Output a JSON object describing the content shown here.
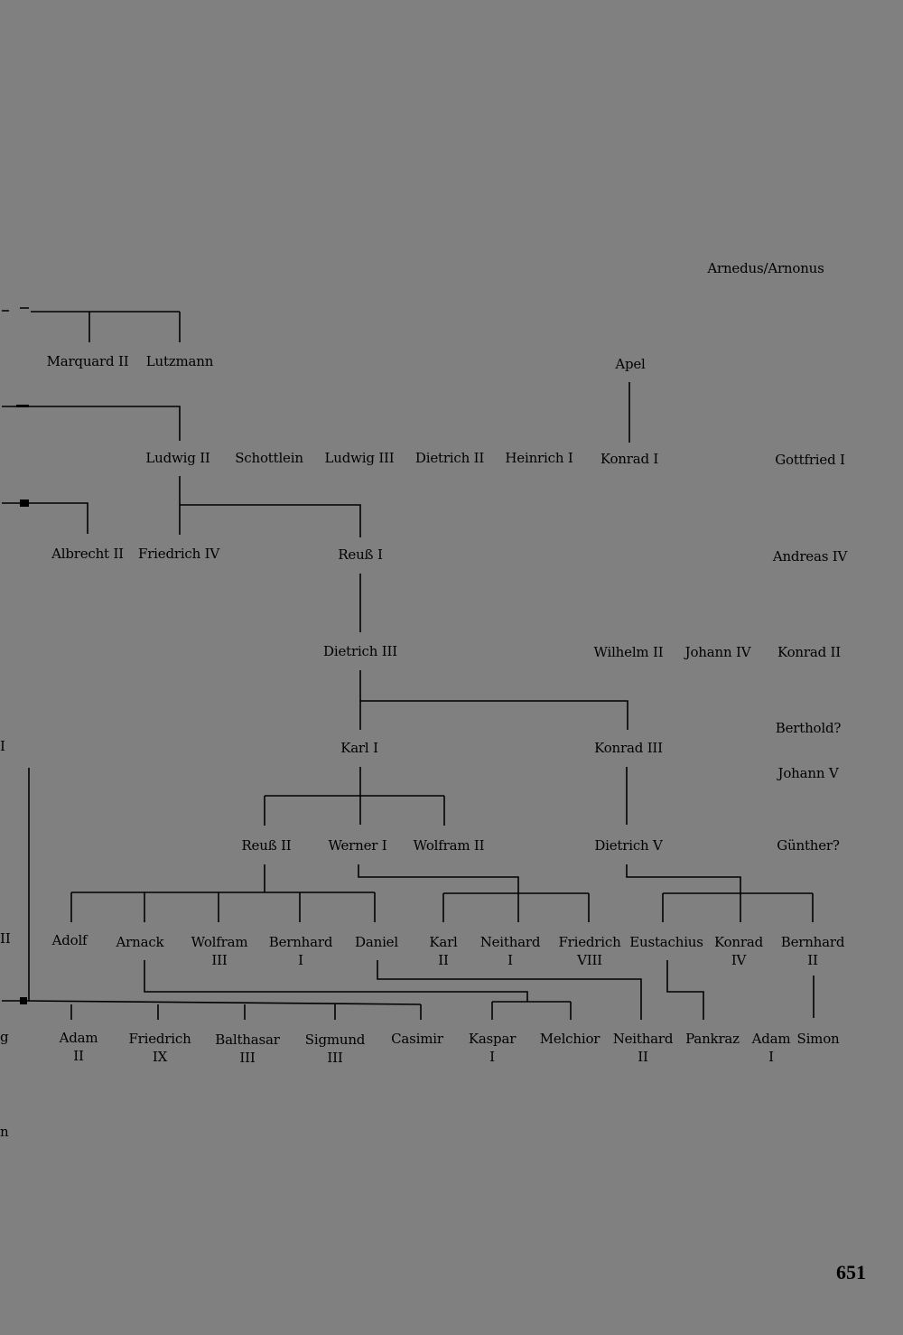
{
  "page_number": "651",
  "edge_fragments": [
    "I",
    "II",
    "g",
    "n"
  ],
  "names": [
    [
      "Arnedus/Arnonus",
      ""
    ],
    [
      "Marquard II",
      ""
    ],
    [
      "Lutzmann",
      ""
    ],
    [
      "Apel",
      ""
    ],
    [
      "Ludwig II",
      ""
    ],
    [
      "Schottlein",
      ""
    ],
    [
      "Ludwig III",
      ""
    ],
    [
      "Dietrich II",
      ""
    ],
    [
      "Heinrich I",
      ""
    ],
    [
      "Konrad I",
      ""
    ],
    [
      "Gottfried I",
      ""
    ],
    [
      "Albrecht II",
      ""
    ],
    [
      "Friedrich IV",
      ""
    ],
    [
      "Reuß I",
      ""
    ],
    [
      "Andreas IV",
      ""
    ],
    [
      "Dietrich III",
      ""
    ],
    [
      "Wilhelm II",
      ""
    ],
    [
      "Johann IV",
      ""
    ],
    [
      "Konrad II",
      ""
    ],
    [
      "Berthold?",
      ""
    ],
    [
      "Karl I",
      ""
    ],
    [
      "Konrad III",
      ""
    ],
    [
      "Johann V",
      ""
    ],
    [
      "Reuß II",
      ""
    ],
    [
      "Werner I",
      ""
    ],
    [
      "Wolfram II",
      ""
    ],
    [
      "Dietrich V",
      ""
    ],
    [
      "Günther?",
      ""
    ],
    [
      "Adolf",
      ""
    ],
    [
      "Arnack",
      ""
    ],
    [
      "Wolfram",
      "III"
    ],
    [
      "Bernhard",
      "I"
    ],
    [
      "Daniel",
      ""
    ],
    [
      "Karl",
      "II"
    ],
    [
      "Neithard",
      "I"
    ],
    [
      "Friedrich",
      "VIII"
    ],
    [
      "Eustachius",
      ""
    ],
    [
      "Konrad",
      "IV"
    ],
    [
      "Bernhard",
      "II"
    ],
    [
      "Adam",
      "II"
    ],
    [
      "Friedrich",
      "IX"
    ],
    [
      "Balthasar",
      "III"
    ],
    [
      "Sigmund",
      "III"
    ],
    [
      "Casimir",
      ""
    ],
    [
      "Kaspar",
      "I"
    ],
    [
      "Melchior",
      ""
    ],
    [
      "Neithard",
      "II"
    ],
    [
      "Pankraz",
      ""
    ],
    [
      "Adam",
      "I"
    ],
    [
      "Simon",
      ""
    ]
  ]
}
